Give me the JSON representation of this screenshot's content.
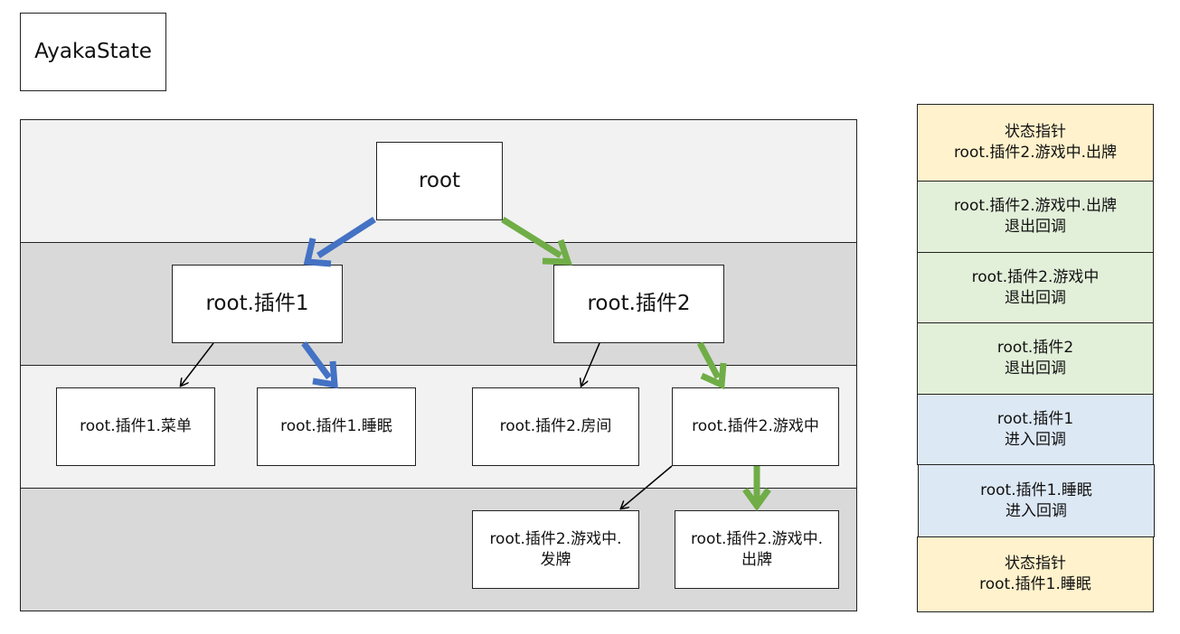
{
  "title": "AyakaState",
  "tree": {
    "root": "root",
    "plugin1": "root.插件1",
    "plugin2": "root.插件2",
    "plugin1_menu": "root.插件1.菜单",
    "plugin1_sleep": "root.插件1.睡眠",
    "plugin2_room": "root.插件2.房间",
    "plugin2_ingame": "root.插件2.游戏中",
    "ingame_deal": "root.插件2.游戏中.\n发牌",
    "ingame_play": "root.插件2.游戏中.\n出牌"
  },
  "stack": [
    {
      "text": "状态指针\nroot.插件2.游戏中.出牌",
      "color": "#fff2cc"
    },
    {
      "text": "root.插件2.游戏中.出牌\n退出回调",
      "color": "#e2efd9"
    },
    {
      "text": "root.插件2.游戏中\n退出回调",
      "color": "#e2efd9"
    },
    {
      "text": "root.插件2\n退出回调",
      "color": "#e2efd9"
    },
    {
      "text": "root.插件1\n进入回调",
      "color": "#dde8f5"
    },
    {
      "text": "root.插件1.睡眠\n进入回调",
      "color": "#dde8f5"
    },
    {
      "text": "状态指针\nroot.插件1.睡眠",
      "color": "#fff2cc"
    }
  ],
  "colors": {
    "band_light": "#f2f2f2",
    "band_dark": "#d9d9d9",
    "arrow_blue": "#4472c4",
    "arrow_green": "#70ad47",
    "arrow_black": "#000000"
  }
}
